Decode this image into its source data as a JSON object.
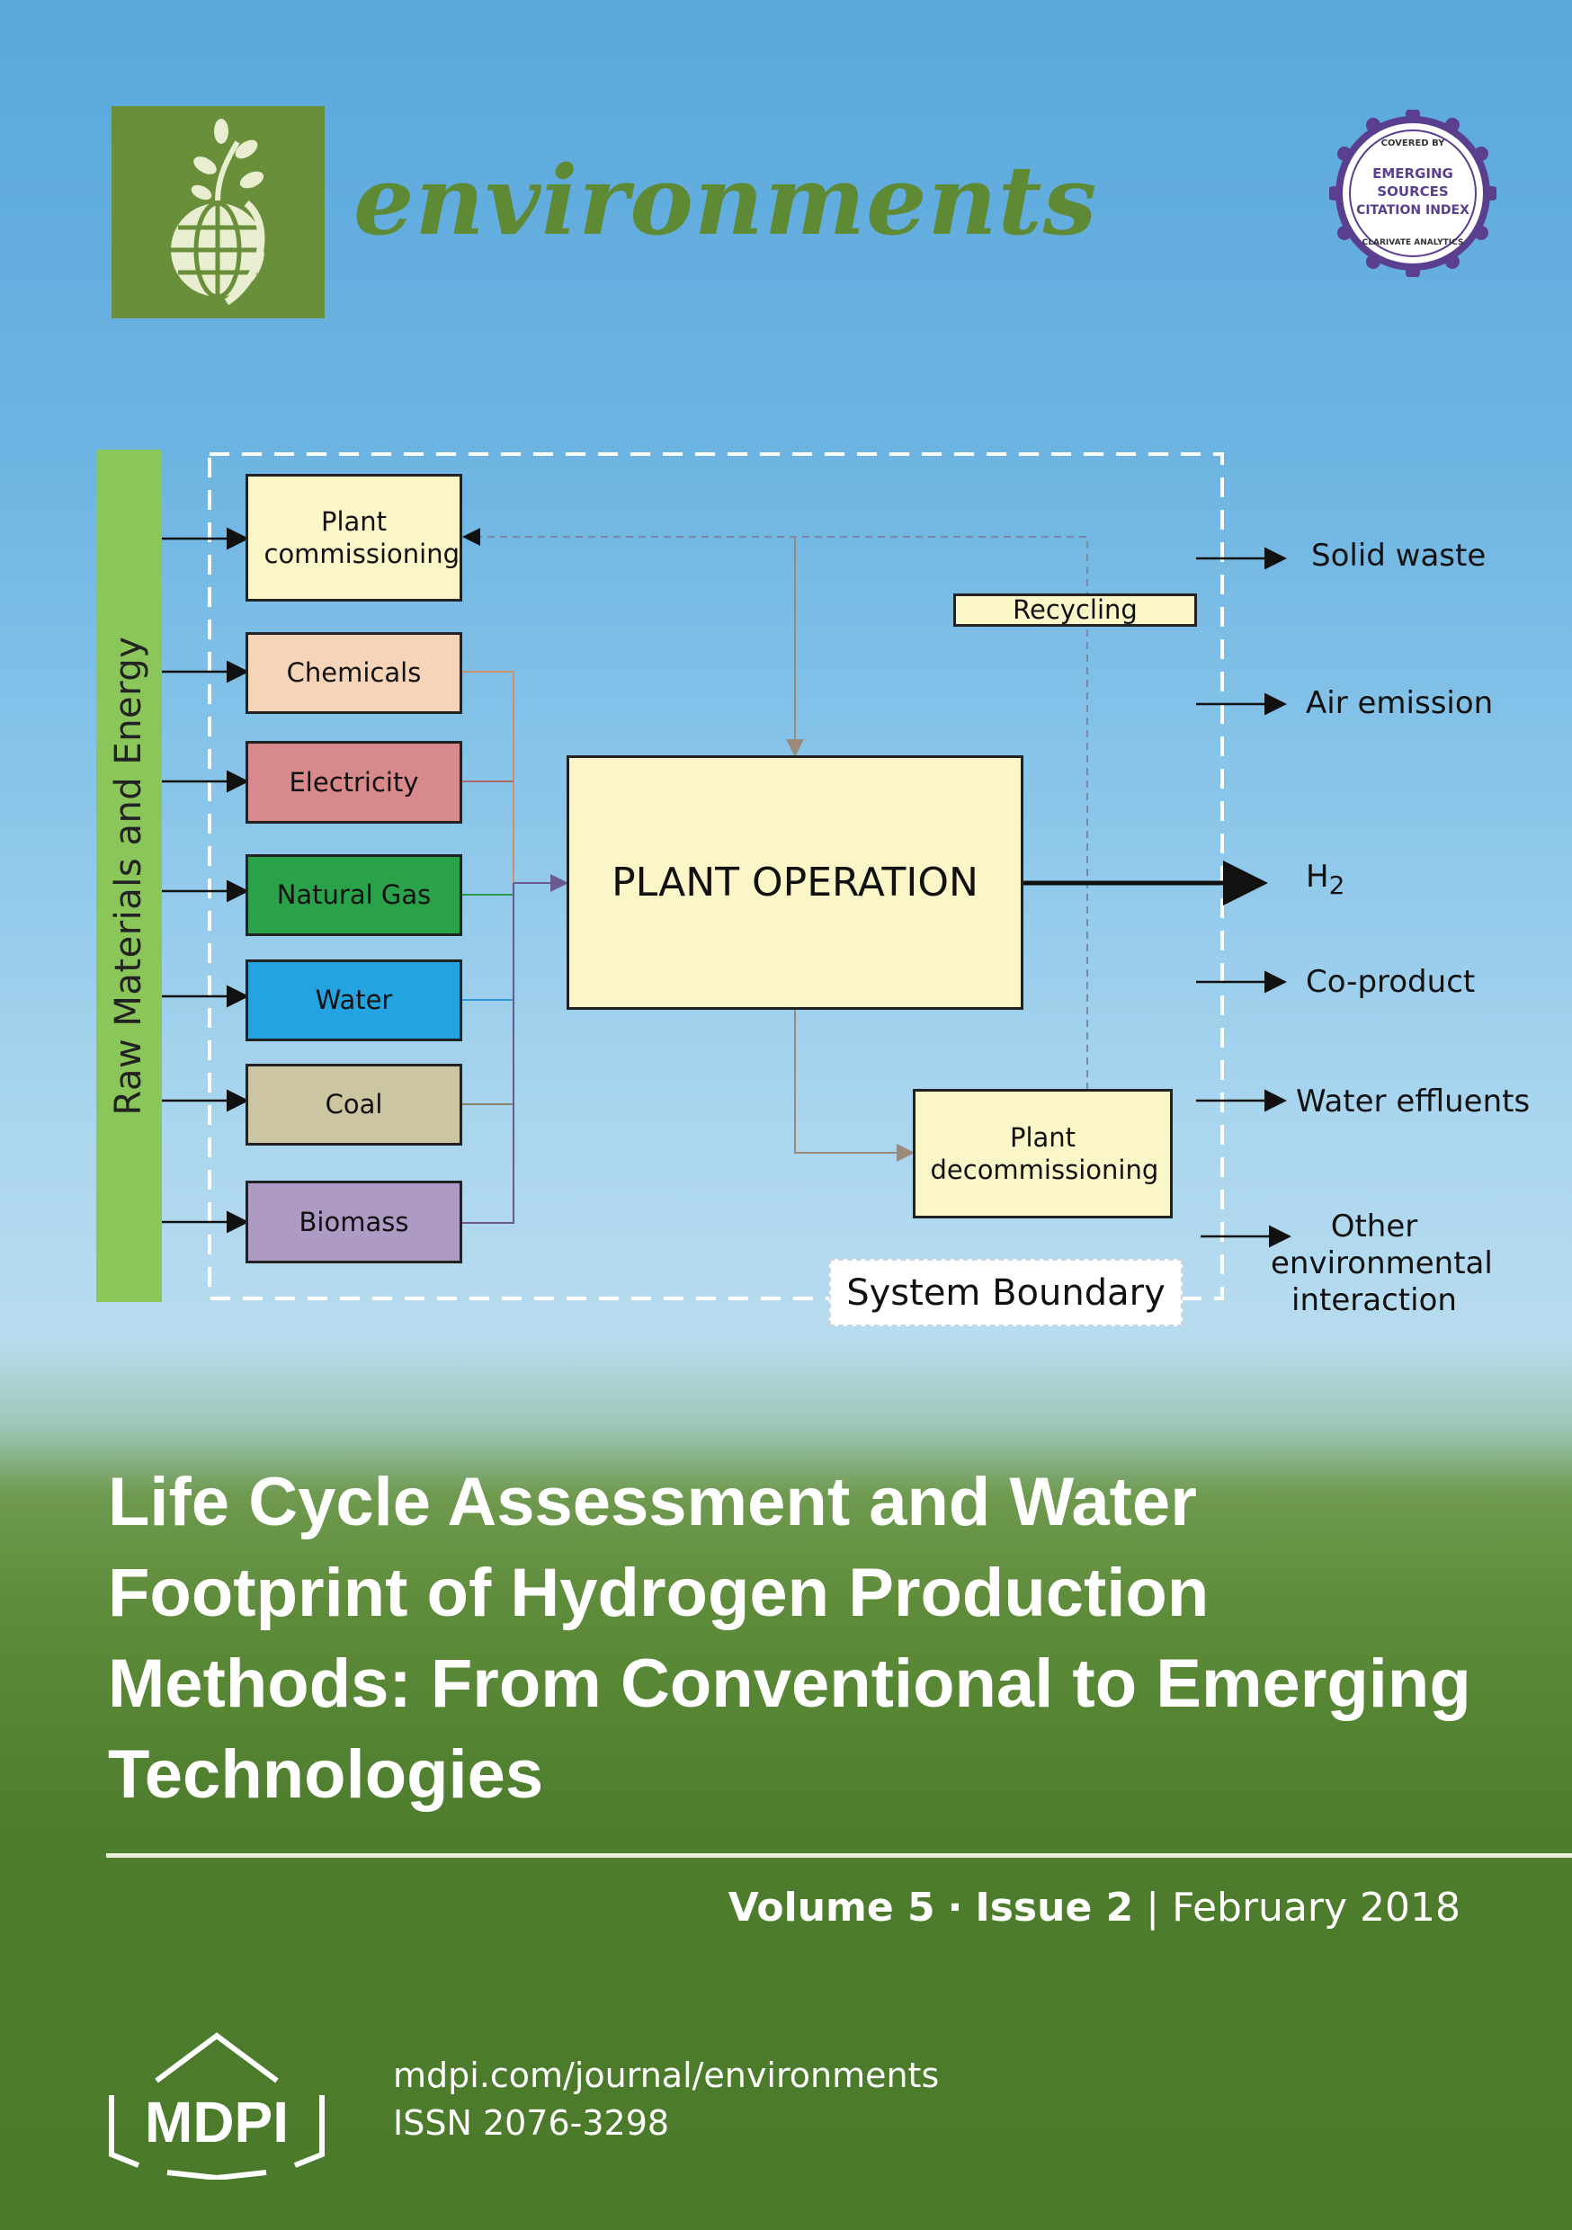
{
  "header": {
    "journal_name": "environments",
    "badge": {
      "covered_by": "COVERED BY",
      "line1": "EMERGING",
      "line2": "SOURCES",
      "line3": "CITATION INDEX",
      "footer": "CLARIVATE ANALYTICS"
    }
  },
  "diagram": {
    "side_label": "Raw Materials and Energy",
    "inputs": [
      "Plant commissioning",
      "Chemicals",
      "Electricity",
      "Natural Gas",
      "Water",
      "Coal",
      "Biomass"
    ],
    "input_colors": [
      "#fbf6c8",
      "#f6d4b8",
      "#d7898b",
      "#2aa24a",
      "#23a3df",
      "#cbc5a1",
      "#ae9bc4"
    ],
    "recycling": "Recycling",
    "plant_operation": "PLANT OPERATION",
    "decommissioning": "Plant decommissioning",
    "outputs": {
      "solid_waste": "Solid waste",
      "air_emission": "Air emission",
      "h2_base": "H",
      "h2_sub": "2",
      "co_product": "Co-product",
      "water_effluents": "Water effluents",
      "other_1": "Other",
      "other_2": "environmental",
      "other_3": "interaction"
    },
    "system_boundary": "System Boundary"
  },
  "article": {
    "title": "Life Cycle Assessment and Water Footprint of Hydrogen Production Methods: From Conventional to Emerging Technologies"
  },
  "issue": {
    "volume": "Volume 5",
    "separator": "·",
    "issue": "Issue 2",
    "divider": "|",
    "date": "February 2018"
  },
  "footer": {
    "publisher": "MDPI",
    "url": "mdpi.com/journal/environments",
    "issn": "ISSN 2076-3298"
  },
  "colors": {
    "journal_green": "#6a8f3a",
    "badge_purple": "#5b3f8f",
    "system_boundary_dash": "#ffffff"
  }
}
